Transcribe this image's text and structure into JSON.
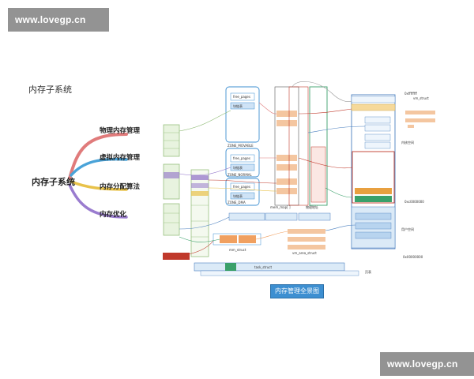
{
  "watermark": {
    "top_text": "www.lovegp.cn",
    "bottom_text": "www.lovegp.cn"
  },
  "page_title": "内存子系统",
  "mindmap": {
    "center": "内存子系统",
    "branches": [
      {
        "label": "物理内存管理",
        "color": "#e07b7b"
      },
      {
        "label": "虚拟内存管理",
        "color": "#4aa3d8"
      },
      {
        "label": "内存分配算法",
        "color": "#e8c24a"
      },
      {
        "label": "内存优化",
        "color": "#9a7ccf"
      }
    ]
  },
  "diagram": {
    "caption": "内存管理全景图",
    "labels": {
      "free_pages": "free_pages",
      "list": "块链表",
      "zone_movable": "ZONE_MOVABLE",
      "zone_normal": "ZONE_NORMAL",
      "zone_dma": "ZONE_DMA",
      "mem_map": "mem_map[ ]",
      "mm_struct": "mm_struct",
      "task_struct": "task_struct",
      "vm_area_struct": "vm_area_struct",
      "vm_struct": "vm_struct",
      "kernel_space": "内核空间",
      "user_space": "用户空间",
      "physical_addr": "物理地址",
      "high_addr": "0xffffffff",
      "mid_addr": "0xc0000000",
      "low_addr": "0x00000000",
      "page_table": "页表"
    }
  },
  "colors": {
    "accent_blue": "#3d8fd1",
    "accent_orange": "#f0a060",
    "accent_green": "#3aa06a",
    "accent_red": "#c0392b",
    "accent_purple": "#8e6fc8"
  }
}
